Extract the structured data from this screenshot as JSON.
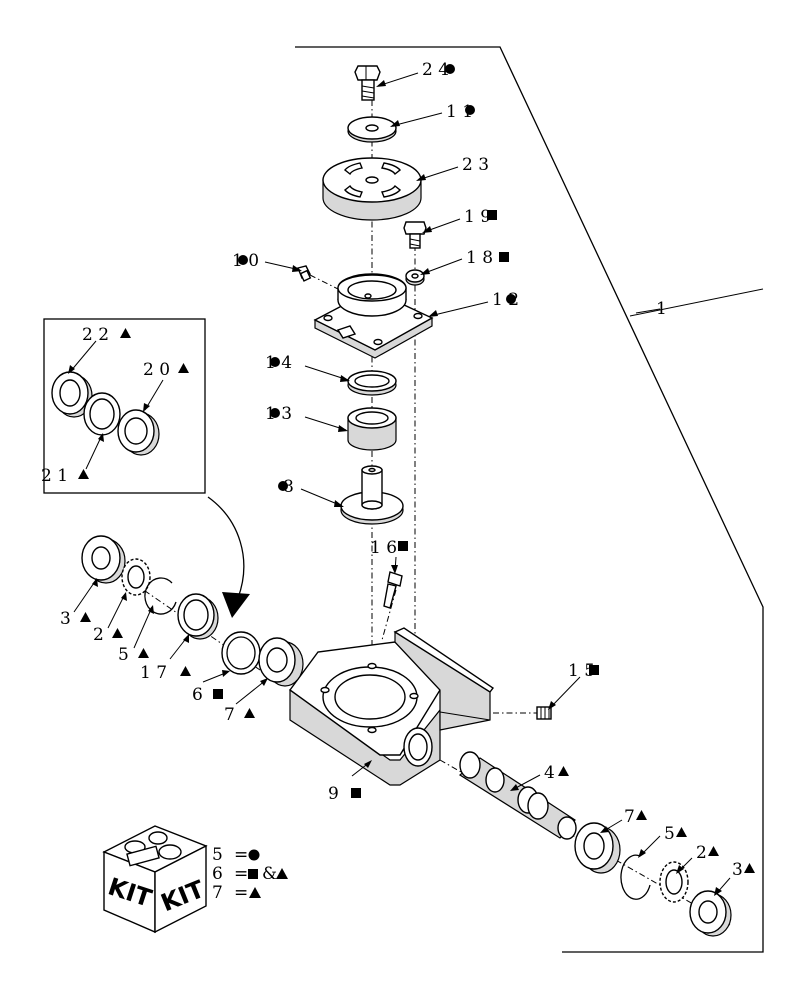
{
  "callouts": {
    "c24": "2 4",
    "c11": "1 1",
    "c23": "2 3",
    "c19": "1 9",
    "c18": "1 8",
    "c10": "1 0",
    "c12": "1 2",
    "c14": "1 4",
    "c13": "1 3",
    "c8": "8",
    "c16": "1 6",
    "c15": "1 5",
    "c1": "1",
    "c22": "2 2",
    "c20": "2 0",
    "c21": "2 1",
    "c3l": "3",
    "c2l": "2",
    "c5l": "5",
    "c17": "1 7",
    "c6": "6",
    "c7l": "7",
    "c9": "9",
    "c4": "4",
    "c7r": "7",
    "c5r": "5",
    "c2r": "2",
    "c3r": "3"
  },
  "legend": {
    "kit_label": "KIT",
    "rows": [
      {
        "number": "5",
        "equals": "=",
        "symbols": "circle"
      },
      {
        "number": "6",
        "equals": "=",
        "symbols": "square & triangle",
        "amp": "&"
      },
      {
        "number": "7",
        "equals": "=",
        "symbols": "triangle"
      }
    ]
  },
  "icons": {
    "circle": "filled-circle-icon",
    "square": "filled-square-icon",
    "triangle": "filled-triangle-icon"
  }
}
